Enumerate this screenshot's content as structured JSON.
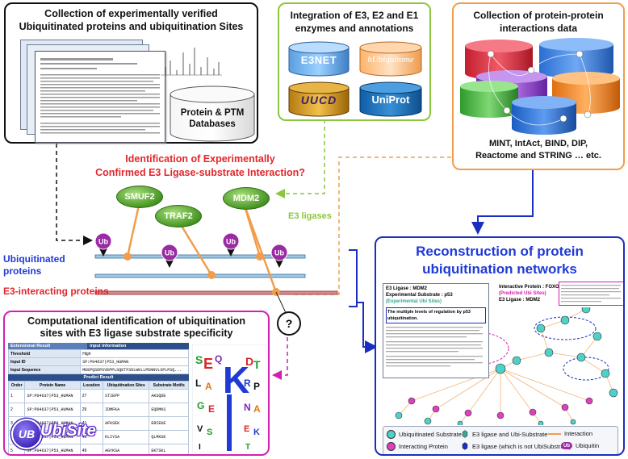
{
  "boxes": {
    "collection": {
      "title_line1": "Collection of experimentally verified",
      "title_line2": "Ubiquitinated proteins and ubiquitination Sites",
      "db_label_line1": "Protein & PTM",
      "db_label_line2": "Databases"
    },
    "integration": {
      "title_line1": "Integration of E3, E2 and E1",
      "title_line2": "enzymes and annotations",
      "dbs": [
        "E3NET",
        "hUbiquitome",
        "UUCD",
        "UniProt"
      ]
    },
    "ppi": {
      "title_line1": "Collection of protein-protein",
      "title_line2": "interactions data",
      "caption_line1": "MINT, IntAct, BIND, DIP,",
      "caption_line2": "Reactome and STRING … etc."
    },
    "computational": {
      "title_line1": "Computational identification of ubiquitination",
      "title_line2": "sites with E3 ligase substrate specificity",
      "logo_text": "UbiSite",
      "logo_badge": "UB"
    },
    "reconstruction": {
      "title_line1": "Reconstruction of protein",
      "title_line2": "ubiquitination networks"
    }
  },
  "middle": {
    "question_line1": "Identification of Experimentally",
    "question_line2": "Confirmed E3 Ligase-substrate Interaction?",
    "e3_ligases_label": "E3 ligases",
    "ligases": [
      "SMUF2",
      "TRAF2",
      "MDM2"
    ],
    "ub": "Ub",
    "ubiquitinated_line1": "Ubiquitinated",
    "ubiquitinated_line2": "proteins",
    "e3_interacting": "E3-interacting proteins",
    "question_mark": "?"
  },
  "ubisite_table": {
    "header_left": "Extensional Result",
    "header_right": "Input Information",
    "rows": [
      [
        "Threshold",
        "High"
      ],
      [
        "Input ID",
        "SP:P04637|P53_HUMAN"
      ],
      [
        "Input Sequence",
        "MEEPQSDPSVEPPLSQETFSDLWKLLPENNVLSPLPSQ..."
      ]
    ],
    "predict_header": "Predict Result",
    "columns": [
      "Order",
      "Protein Name",
      "Location",
      "Ubiquitination Sites",
      "Substrate Motifs"
    ],
    "data": [
      [
        "1",
        "SP:P04637|P53_HUMAN",
        "27",
        "STIEPP",
        "AKSQDE"
      ],
      [
        "2",
        "SP:P04637|P53_HUMAN",
        "29",
        "IDMFKA",
        "EQDMKS"
      ],
      [
        "3",
        "SP:P04637|P53_HUMAN",
        "41",
        "AFKSEK",
        "ERIEKE"
      ],
      [
        "4",
        "SP:P04637|P53_HUMAN",
        "45",
        "KLIYSA",
        "QLMKSE"
      ],
      [
        "5",
        "SP:P04637|P53_HUMAN",
        "49",
        "AGYKSA",
        "EKTSKL"
      ]
    ]
  },
  "network_panel": {
    "e3_ligase": "E3 Ligase : MDM2",
    "experimental_substrate": "Experimental Substrate : p53",
    "exp_sites": "(Experimental Ubi Sites)",
    "interactive_protein": "Interactive Protein : FOXO3",
    "predicted_sites": "(Predicted Ubi Sites)",
    "e3_ligase2": "E3 Ligase : MDM2",
    "paper_title": "The multiple levels of regulation by p53 ubiquitination."
  },
  "legend": {
    "items": [
      "Ubiquitinated Substrate",
      "E3 ligase and Ubi-Substrate",
      "Interaction",
      "Interacting Protein",
      "E3 ligase (which is not UbiSubstrate)",
      "Ubiquitin"
    ],
    "ub_badge": "Ub"
  },
  "colors": {
    "blue_title": "#1f3ad6",
    "red_text": "#e3262b",
    "green_text": "#8cc63f",
    "orange_border": "#f29d4b",
    "magenta": "#d11fb3",
    "ub_purple": "#9b2aa4"
  }
}
